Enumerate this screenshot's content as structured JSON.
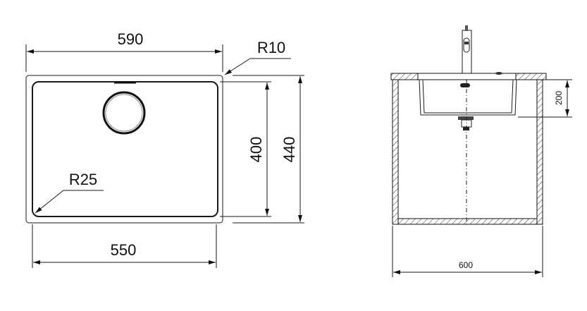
{
  "top_view": {
    "width_outer": "590",
    "width_inner": "550",
    "depth_inner": "400",
    "depth_outer": "440",
    "corner_radius_outer": "R10",
    "corner_radius_inner": "R25"
  },
  "side_view": {
    "cabinet_width": "600",
    "bowl_depth": "200"
  }
}
